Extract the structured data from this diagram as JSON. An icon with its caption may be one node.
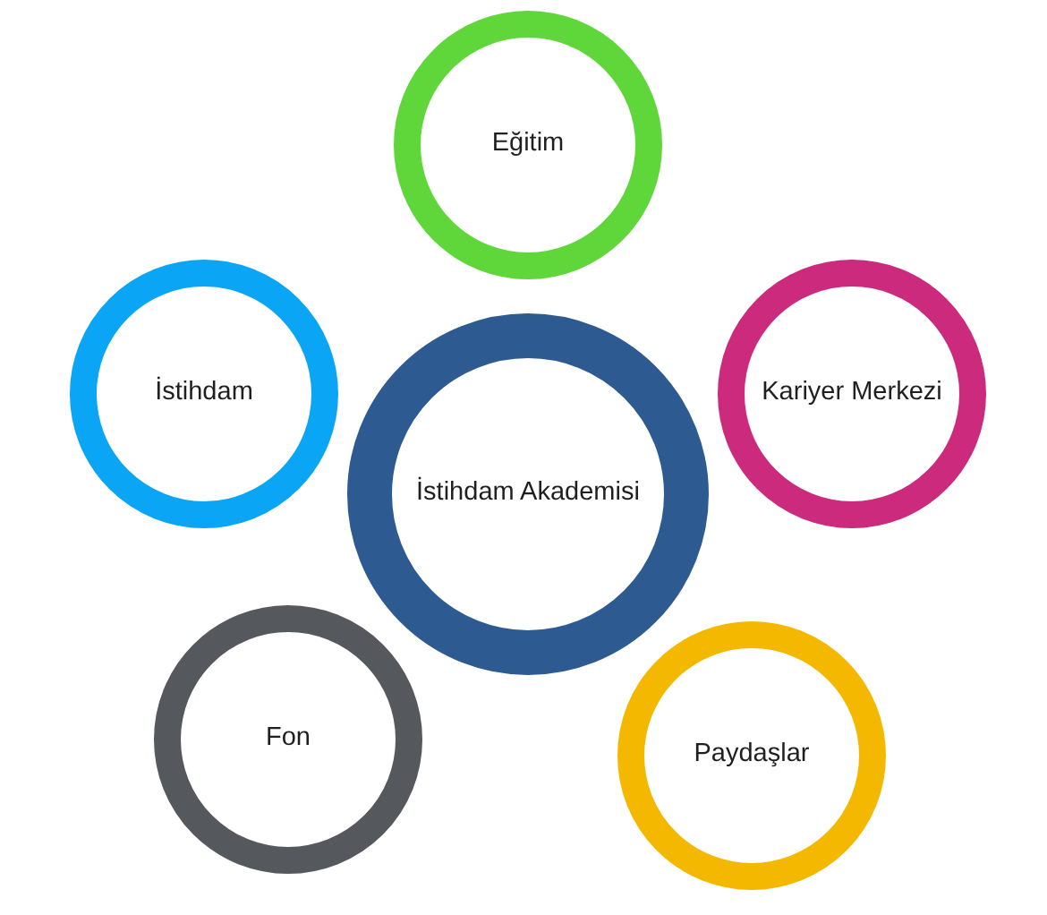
{
  "diagram": {
    "nodes": [
      {
        "text": [
          "Eğitim"
        ]
      },
      {
        "text": [
          "İstihdam"
        ]
      },
      {
        "text": [
          "İstihdam Akademisi"
        ]
      },
      {
        "text": [
          "Kariyer Merkezi"
        ]
      },
      {
        "text": [
          "Fon"
        ]
      },
      {
        "text": [
          "Paydaşlar"
        ]
      }
    ]
  }
}
